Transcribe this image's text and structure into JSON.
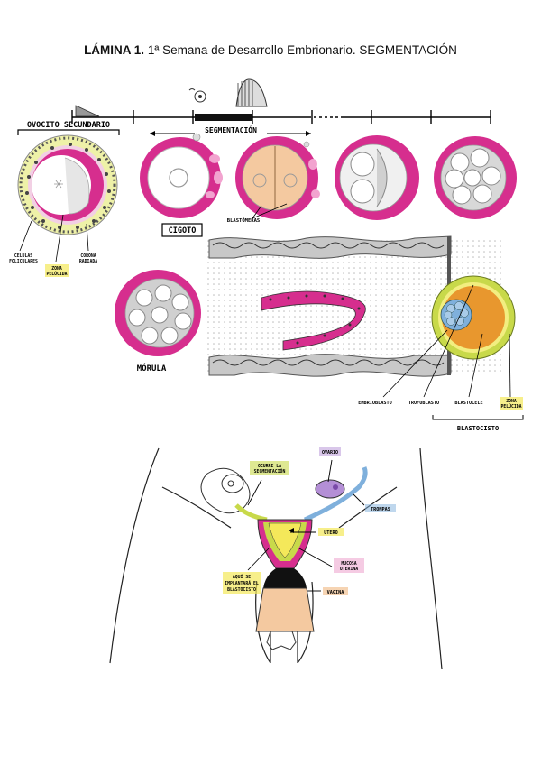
{
  "title": {
    "bold": "LÁMINA 1.",
    "rest": " 1ª Semana de Desarrollo Embrionario. SEGMENTACIÓN"
  },
  "top_labels": {
    "ovocito": "OVOCITO SECUNDARIO",
    "segmentacion": "SEGMENTACIÓN",
    "cigoto": "CIGOTO",
    "blastomeras": "BLASTÓMERAS",
    "morula": "MÓRULA",
    "celulas_foliculares": [
      "CÉLULAS",
      "FOLICULARES"
    ],
    "zona_pelucida_left": [
      "ZONA",
      "PELÚCIDA"
    ],
    "corona_radiada": [
      "CORONA",
      "RADIADA"
    ],
    "embrioblasto": "EMBRIOBLASTO",
    "trofoblasto": "TROFOBLASTO",
    "blastocele": "BLASTOCELE",
    "zona_pelucida_right": [
      "ZONA",
      "PELÚCIDA"
    ],
    "blastocisto": "BLASTOCISTO"
  },
  "bottom_labels": {
    "ocurre": [
      "OCURRE LA",
      "SEGMENTACIÓN"
    ],
    "ovario": "OVARIO",
    "trompas": "TROMPAS",
    "utero": "ÚTERO",
    "mucosa": [
      "MUCOSA",
      "UTERINA"
    ],
    "aqui": [
      "AQUÍ SE",
      "IMPLANTARÁ EL",
      "BLASTOCISTO"
    ],
    "vagina": "VAGINA"
  },
  "colors": {
    "magenta": "#d62e8e",
    "pink_light": "#f2a3cf",
    "peach": "#f4c9a0",
    "orange": "#e8972e",
    "lime": "#c8d94a",
    "blue": "#7fb0dc",
    "purple": "#b48fd6",
    "label_yellow": "#f4e85a"
  }
}
